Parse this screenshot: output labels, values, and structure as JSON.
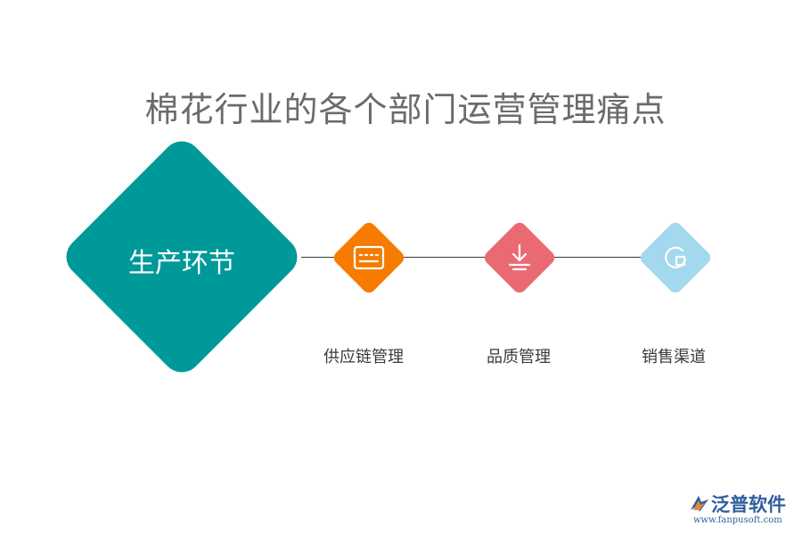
{
  "title": "棉花行业的各个部门运营管理痛点",
  "main_node": {
    "label": "生产环节",
    "color": "#009999"
  },
  "nodes": [
    {
      "label": "供应链管理",
      "color": "#F57C00",
      "icon": "card-icon"
    },
    {
      "label": "品质管理",
      "color": "#E96A73",
      "icon": "download-icon"
    },
    {
      "label": "销售渠道",
      "color": "#A3D8EE",
      "icon": "pie-chart-icon"
    }
  ],
  "logo": {
    "name": "泛普软件",
    "url": "www.fanpusoft.com",
    "color": "#2F5F9E"
  }
}
